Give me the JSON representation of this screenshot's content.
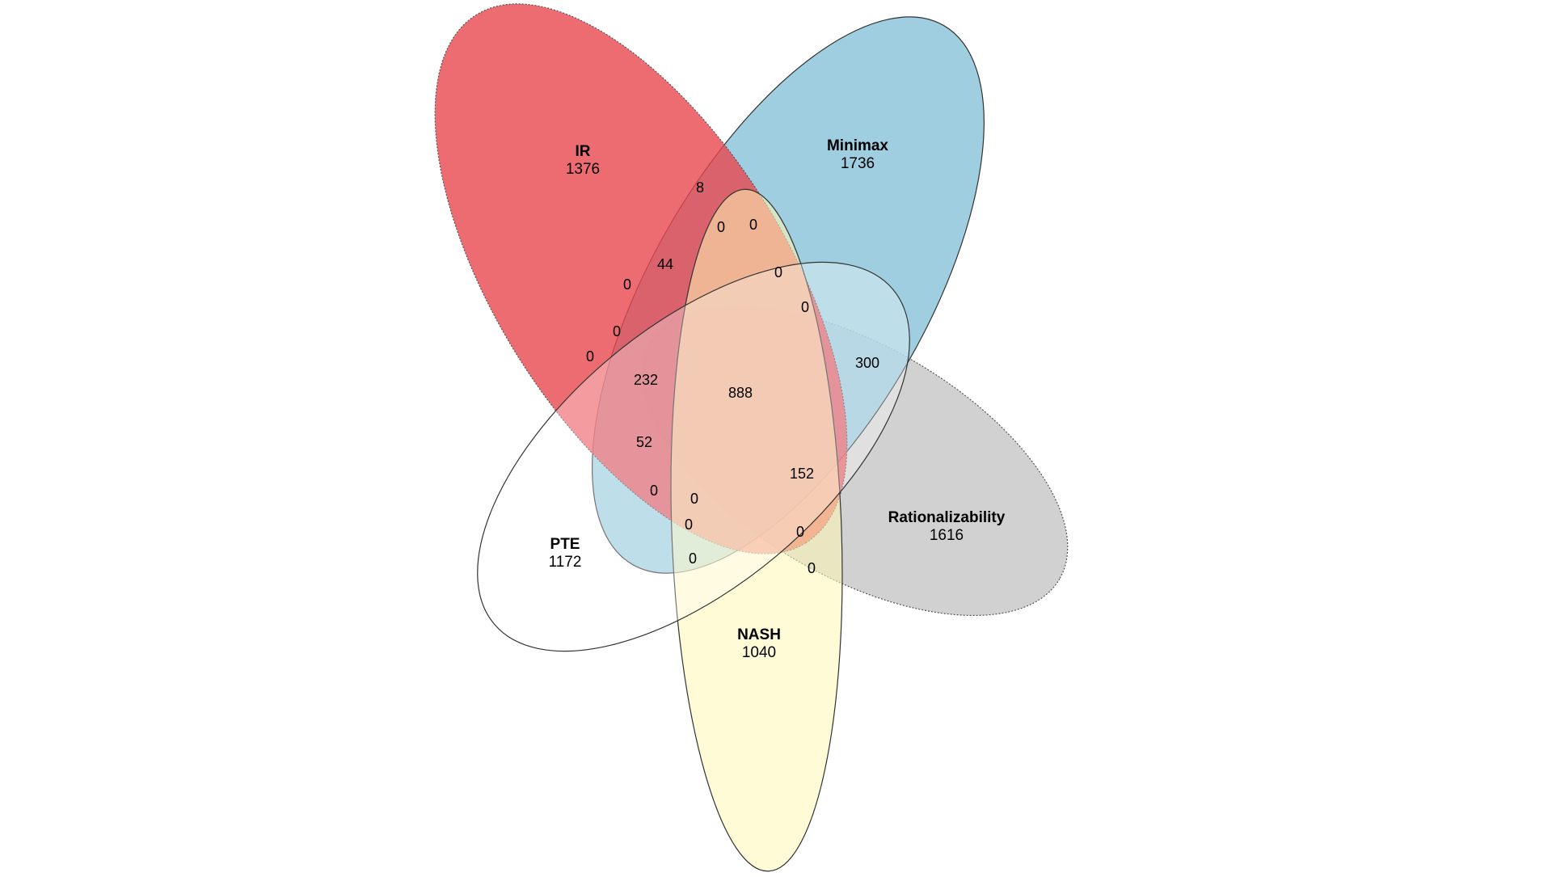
{
  "sets": [
    {
      "id": "ir",
      "name": "IR",
      "total": "1376",
      "color": "#E8474F"
    },
    {
      "id": "minimax",
      "name": "Minimax",
      "total": "1736",
      "color": "#8BC3DA"
    },
    {
      "id": "rationalizability",
      "name": "Rationalizability",
      "total": "1616",
      "color": "#C4C4C4"
    },
    {
      "id": "nash",
      "name": "NASH",
      "total": "1040",
      "color": "#FFF8B5"
    },
    {
      "id": "pte",
      "name": "PTE",
      "total": "1172",
      "color": "#FFFFFF"
    }
  ],
  "regions": [
    "8",
    "0",
    "0",
    "44",
    "0",
    "0",
    "0",
    "0",
    "0",
    "232",
    "888",
    "300",
    "52",
    "152",
    "0",
    "0",
    "0",
    "0",
    "0",
    "0"
  ]
}
